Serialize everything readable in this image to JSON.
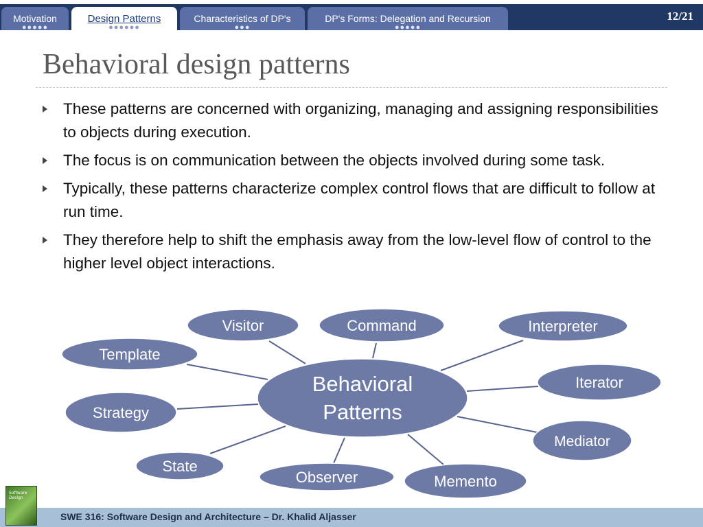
{
  "nav": {
    "tabs": [
      {
        "label": "Motivation",
        "dots": "●●●●●"
      },
      {
        "label": "Design Patterns",
        "dots": "●●●●●●"
      },
      {
        "label": "Characteristics of DP's",
        "dots": "●●●"
      },
      {
        "label": "DP's Forms: Delegation and Recursion",
        "dots": "●●●●●"
      }
    ],
    "page_counter": "12/21"
  },
  "slide": {
    "title": "Behavioral design patterns",
    "bullets": [
      "These patterns are concerned with organizing, managing and assigning responsibilities to objects during execution.",
      "The focus is on communication between the objects involved during some task.",
      "Typically, these patterns characterize complex control flows that are difficult to follow at run time.",
      "They therefore help to shift the emphasis away from the low-level flow of control to the higher level object interactions."
    ]
  },
  "diagram": {
    "center": {
      "line1": "Behavioral",
      "line2": "Patterns"
    },
    "nodes": [
      "Visitor",
      "Command",
      "Interpreter",
      "Template",
      "Iterator",
      "Strategy",
      "Mediator",
      "State",
      "Observer",
      "Memento"
    ],
    "colors": {
      "node_fill": "#6d7aa6",
      "edge": "#58648f"
    }
  },
  "footer": {
    "text": "SWE 316: Software Design and Architecture – Dr. Khalid Aljasser",
    "book_cover": "Software Design"
  }
}
